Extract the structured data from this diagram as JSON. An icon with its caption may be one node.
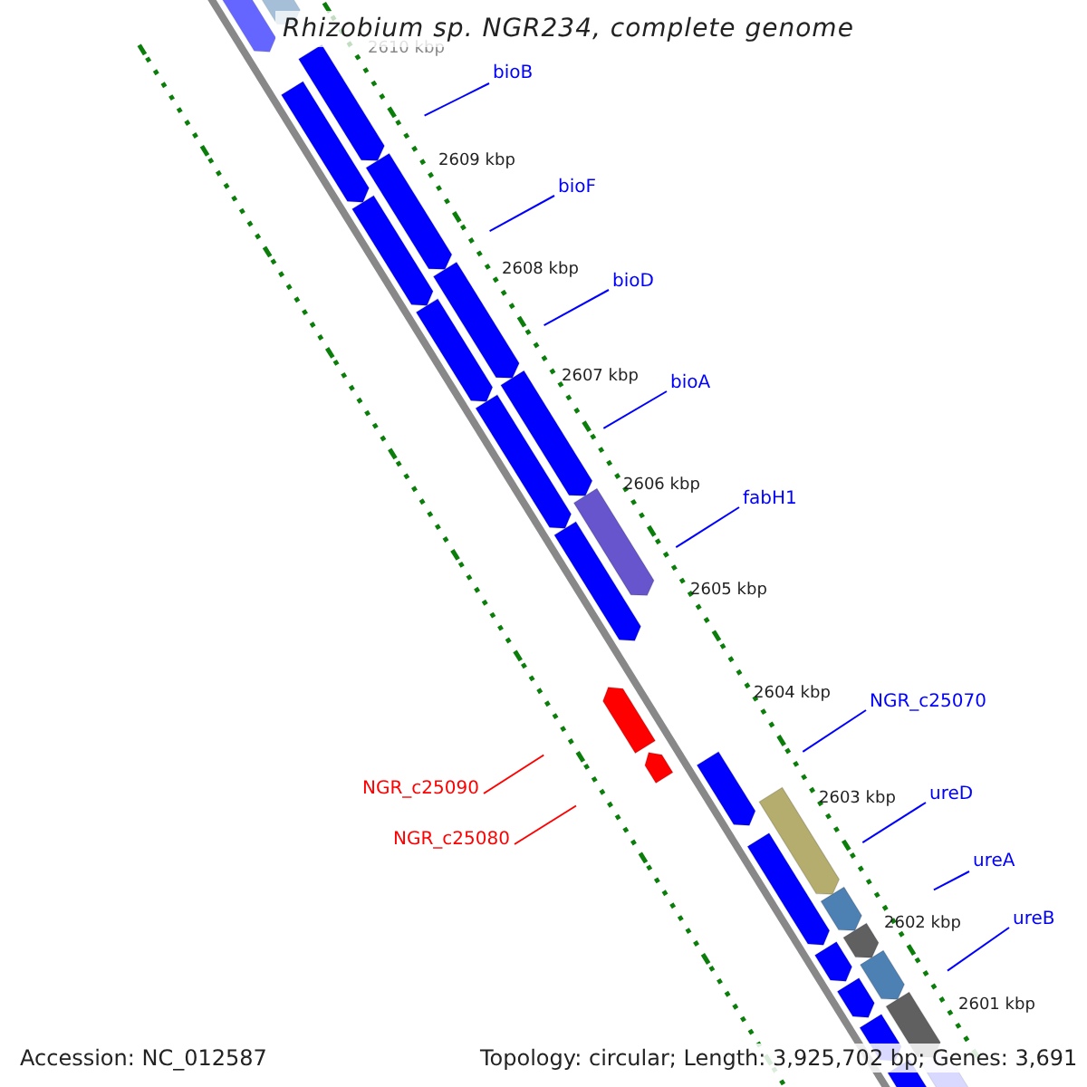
{
  "diagram": {
    "title": "Rhizobium sp. NGR234, complete genome",
    "nodes": [
      {
        "text": [
          "bioB"
        ]
      },
      {
        "text": [
          "bioF"
        ]
      },
      {
        "text": [
          "bioD"
        ]
      },
      {
        "text": [
          "bioA"
        ]
      },
      {
        "text": [
          "fabH1"
        ]
      },
      {
        "text": [
          "NGR_c25070"
        ]
      },
      {
        "text": [
          "NGR_c25090"
        ]
      },
      {
        "text": [
          "ureD"
        ]
      },
      {
        "text": [
          "NGR_c25080"
        ]
      },
      {
        "text": [
          "ureA"
        ]
      },
      {
        "text": [
          "ureB"
        ]
      }
    ],
    "edges": [
      {
        "from": 0,
        "to": null,
        "arrow": "none"
      },
      {
        "from": 1,
        "to": null,
        "arrow": "none"
      },
      {
        "from": 2,
        "to": null,
        "arrow": "none"
      },
      {
        "from": 3,
        "to": null,
        "arrow": "none"
      },
      {
        "from": 4,
        "to": null,
        "arrow": "none"
      },
      {
        "from": 5,
        "to": null,
        "arrow": "none"
      },
      {
        "from": 6,
        "to": null,
        "arrow": "none",
        "color": "#ff0000"
      },
      {
        "from": 7,
        "to": null,
        "arrow": "none"
      },
      {
        "from": 8,
        "to": null,
        "arrow": "none",
        "color": "#ff0000"
      },
      {
        "from": 9,
        "to": null,
        "arrow": "none"
      },
      {
        "from": 10,
        "to": null,
        "arrow": "none"
      }
    ],
    "labels": [
      "2610 kbp",
      "2609 kbp",
      "2608 kbp",
      "2607 kbp",
      "2606 kbp",
      "2605 kbp",
      "2604 kbp",
      "2603 kbp",
      "2602 kbp",
      "2601 kbp",
      "Accession: NC_012587",
      "Topology: circular; Length: 3,925,702 bp; Genes: 3,691"
    ]
  }
}
